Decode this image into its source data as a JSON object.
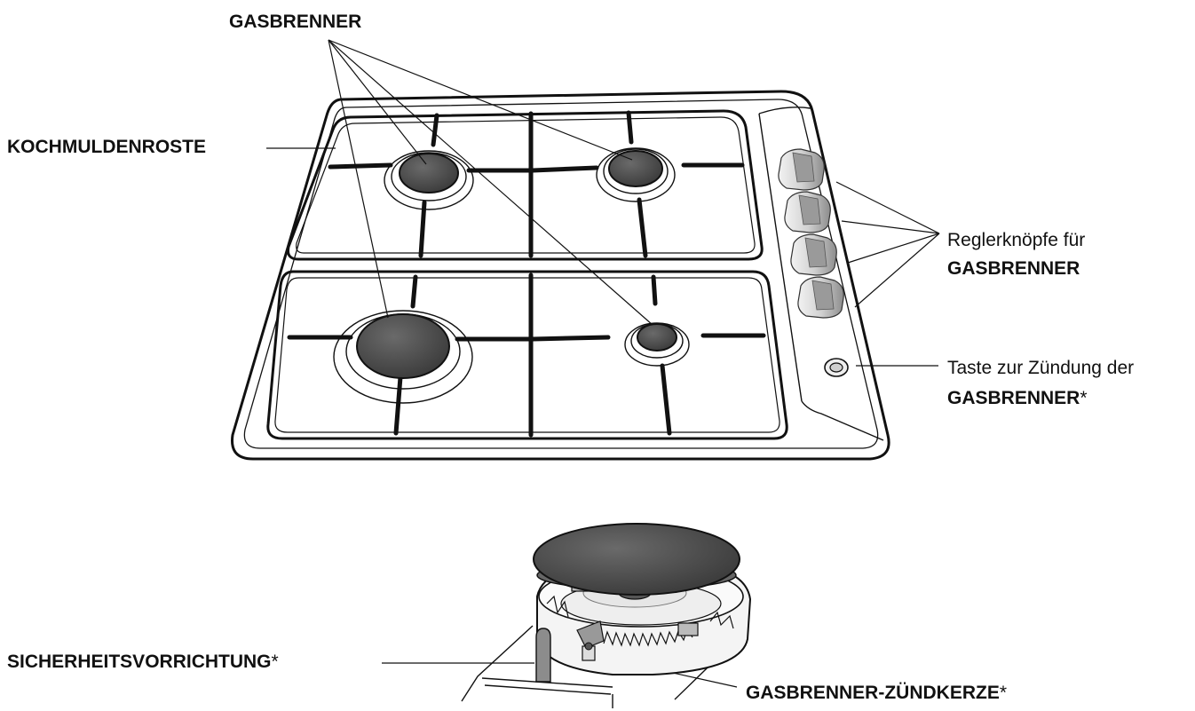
{
  "labels": {
    "gas_burners_top": "GASBRENNER",
    "hob_grids": "KOCHMULDENROSTE",
    "knobs_line1": "Reglerknöpfe für",
    "knobs_line2": "GASBRENNER",
    "ignition_line1": "Taste zur Zündung der",
    "ignition_line2": "GASBRENNER",
    "safety_device": "SICHERHEITSVORRICHTUNG",
    "spark_plug": "GASBRENNER-ZÜNDKERZE",
    "asterisk": "*"
  },
  "colors": {
    "line": "#111111",
    "burner_cap": "#4a4a4a",
    "knob_light": "#e6e6e6",
    "knob_dark": "#8a8a8a",
    "background": "#ffffff"
  }
}
